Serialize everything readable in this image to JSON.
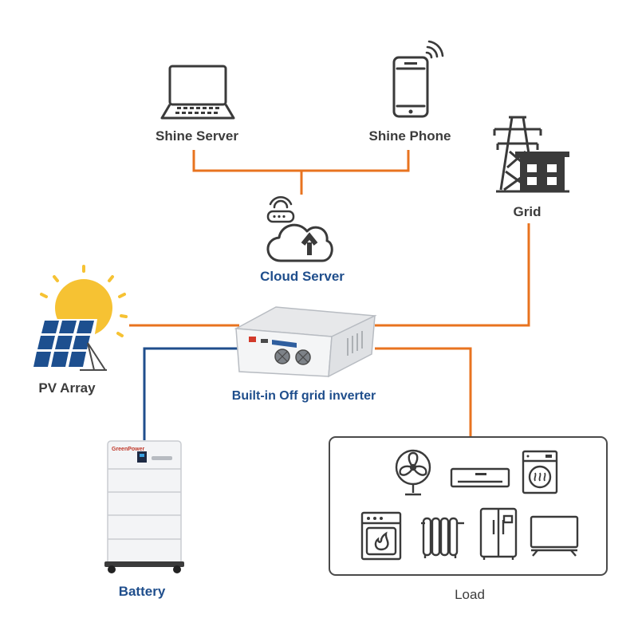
{
  "labels": {
    "shine_server": "Shine Server",
    "shine_phone": "Shine Phone",
    "grid": "Grid",
    "cloud_server": "Cloud Server",
    "pv_array": "PV Array",
    "inverter": "Built-in Off grid inverter",
    "battery": "Battery",
    "load": "Load"
  },
  "battery_brand": "GreenPower",
  "colors": {
    "ac_line": "#e8731f",
    "dc_line": "#1f4e8c",
    "icon": "#3a3a3a",
    "sun": "#f6c233",
    "panel": "#1d4f8f",
    "label_dark": "#3c3c3c",
    "label_blue": "#1f4e8c"
  },
  "load_items": [
    "fan-icon",
    "air-conditioner-icon",
    "washing-machine-icon",
    "oven-icon",
    "radiator-icon",
    "refrigerator-icon",
    "tv-icon"
  ]
}
